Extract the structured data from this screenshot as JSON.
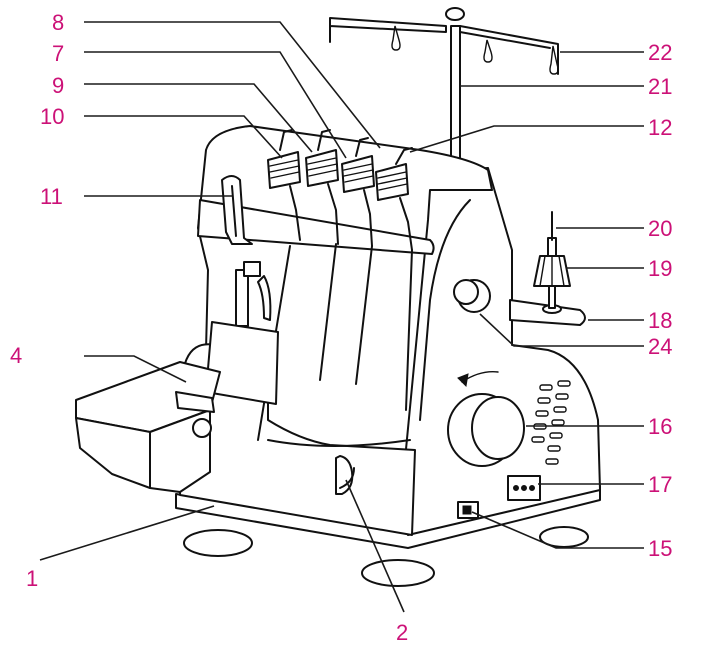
{
  "labels": {
    "l1": "1",
    "l2": "2",
    "l4": "4",
    "l7": "7",
    "l8": "8",
    "l9": "9",
    "l10": "10",
    "l11": "11",
    "l12": "12",
    "l15": "15",
    "l16": "16",
    "l17": "17",
    "l18": "18",
    "l19": "19",
    "l20": "20",
    "l21": "21",
    "l22": "22",
    "l24": "24"
  },
  "colors": {
    "label": "#cc1177",
    "line": "#111111"
  }
}
